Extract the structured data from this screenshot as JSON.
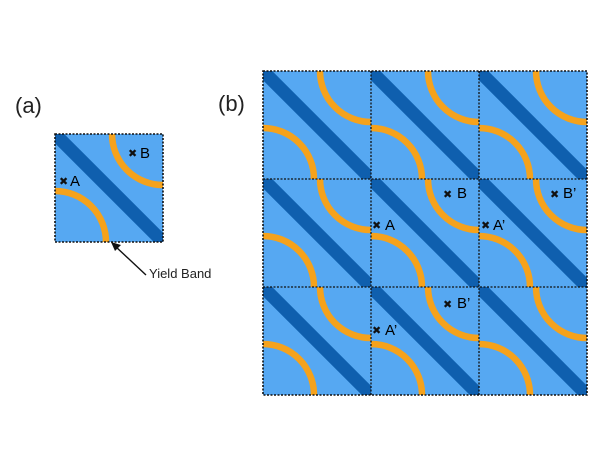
{
  "panel_a": {
    "label": "(a)",
    "point_labels": [
      "A",
      "B"
    ],
    "annotation": "Yield Band"
  },
  "panel_b": {
    "label": "(b)",
    "grid": {
      "rows": 3,
      "cols": 3
    },
    "point_labels": [
      "A",
      "B",
      "A’",
      "B’",
      "A’",
      "B’"
    ]
  },
  "colors": {
    "cell_fill": "#56a8f2",
    "yield_band": "#0f5fae",
    "arc": "#f5a21c",
    "border": "#111111",
    "marker": "#111111"
  }
}
